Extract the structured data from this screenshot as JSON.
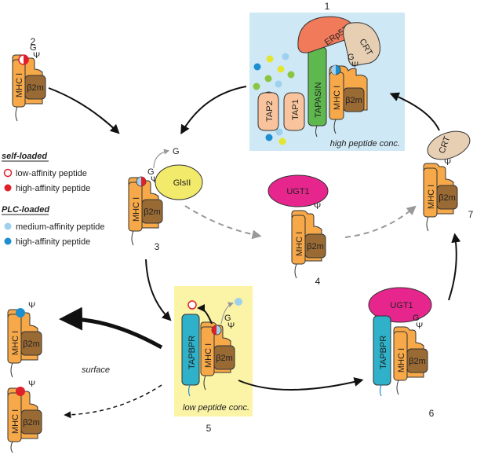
{
  "steps": {
    "s1": "1",
    "s2": "2",
    "s3": "3",
    "s4": "4",
    "s5": "5",
    "s6": "6",
    "s7": "7"
  },
  "boxes": {
    "high": "high peptide conc.",
    "low": "low peptide conc."
  },
  "proteins": {
    "mhc": "MHC I",
    "b2m": "β2m",
    "erp57": "ERp57",
    "crt": "CRT",
    "tapasin": "TAPASIN",
    "tap1": "TAP1",
    "tap2": "TAP2",
    "glsii": "GlsII",
    "ugt1": "UGT1",
    "tapbpr": "TAPBPR"
  },
  "glycan": {
    "g": "G",
    "psi": "Ψ"
  },
  "legend": {
    "self_title": "self-loaded",
    "low_aff": "low-affinity peptide",
    "high_aff": "high-affinity peptide",
    "plc_title": "PLC-loaded",
    "med_aff": "medium-affinity peptide",
    "high_aff2": "high-affinity peptide"
  },
  "surface": "surface",
  "colors": {
    "mhc": "#f7a848",
    "b2m": "#9a6a34",
    "erp57": "#f07a5a",
    "crt": "#e7cfb4",
    "tapasin": "#5fb84e",
    "tap": "#f9c49d",
    "glsii": "#f2ea6a",
    "ugt1": "#e6268d",
    "tapbpr": "#2eb1c9",
    "box_high": "#cfe8f5",
    "box_low": "#fbf3a6",
    "red": "#e0202a",
    "blue_dark": "#1d8fd1",
    "blue_light": "#9fd0ee"
  }
}
